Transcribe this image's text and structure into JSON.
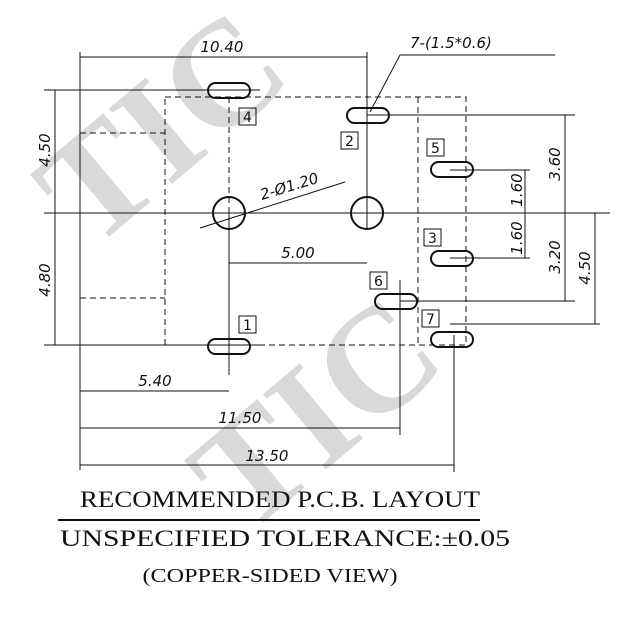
{
  "dimensions": {
    "top_width": "10.40",
    "slot_note": "7-(1.5*0.6)",
    "hole_note": "2-Ø1.20",
    "hole_spacing": "5.00",
    "left_upper": "4.50",
    "left_lower": "4.80",
    "right_360": "3.60",
    "right_160a": "1.60",
    "right_160b": "1.60",
    "right_320": "3.20",
    "right_450": "4.50",
    "bottom_540": "5.40",
    "bottom_1150": "11.50",
    "bottom_1350": "13.50"
  },
  "pins": [
    "1",
    "2",
    "3",
    "4",
    "5",
    "6",
    "7"
  ],
  "caption": {
    "line1": "RECOMMENDED P.C.B. LAYOUT",
    "line2": "UNSPECIFIED TOLERANCE:±0.05",
    "line3": "(COPPER-SIDED VIEW)"
  },
  "watermark": "TIC",
  "colors": {
    "ink": "#111111",
    "watermark": "#d9d9d9"
  }
}
